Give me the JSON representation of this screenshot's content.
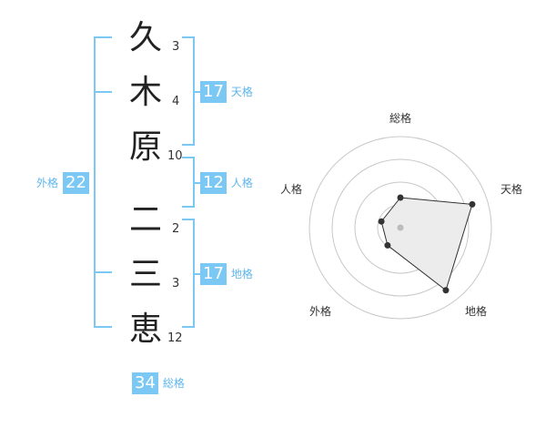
{
  "name_chars": [
    {
      "char": "久",
      "strokes": "3"
    },
    {
      "char": "木",
      "strokes": "4"
    },
    {
      "char": "原",
      "strokes": "10"
    },
    {
      "char": "二",
      "strokes": "2"
    },
    {
      "char": "三",
      "strokes": "3"
    },
    {
      "char": "恵",
      "strokes": "12"
    }
  ],
  "kakaku": {
    "tenkaku": {
      "value": "17",
      "label": "天格"
    },
    "jinkaku": {
      "value": "12",
      "label": "人格"
    },
    "chikaku": {
      "value": "17",
      "label": "地格"
    },
    "gaikaku": {
      "value": "22",
      "label": "外格"
    },
    "soukaku": {
      "value": "34",
      "label": "総格"
    }
  },
  "radar": {
    "labels": {
      "top": "総格",
      "right": "天格",
      "bottom_right": "地格",
      "bottom_left": "外格",
      "left": "人格"
    },
    "levels": 4,
    "values": {
      "top": 0.33,
      "right": 0.83,
      "bottom_right": 0.85,
      "bottom_left": 0.24,
      "left": 0.22
    },
    "colors": {
      "fill": "#ececec",
      "line": "#333333",
      "grid": "#c8c8c8",
      "center": "#bbbbbb"
    }
  },
  "colors": {
    "accent": "#7cc8f4"
  }
}
